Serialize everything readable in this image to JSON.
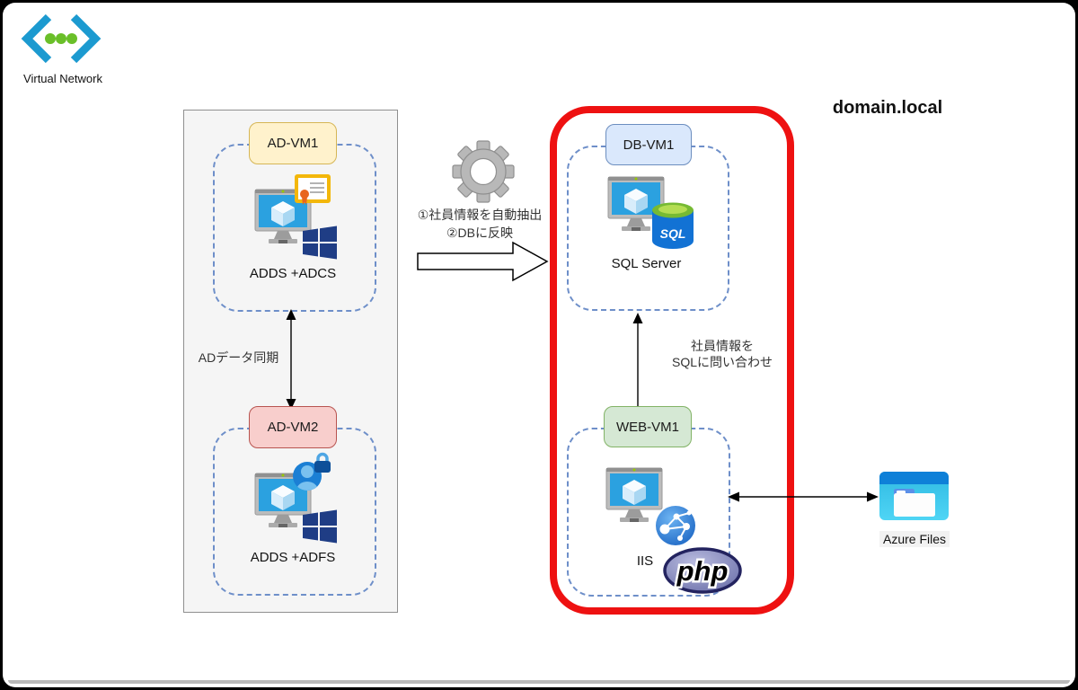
{
  "colors": {
    "boundary_red": "#ee1111",
    "dashed_blue": "#6e8fc9",
    "panel_gray": "#f5f5f5",
    "vm1_pill_fill": "#fff2cc",
    "vm1_pill_stroke": "#d6b656",
    "vm2_pill_fill": "#f8cecc",
    "vm2_pill_stroke": "#b85450",
    "db_pill_fill": "#dae8fc",
    "db_pill_stroke": "#6c8ebf",
    "web_pill_fill": "#d5e8d4",
    "web_pill_stroke": "#82b366",
    "vnet_blue": "#1c9ad0",
    "vnet_green": "#6abf29",
    "windows_navy": "#1f3d85",
    "azure_blue": "#2ba1e0"
  },
  "vnet": {
    "label": "Virtual Network"
  },
  "domain": {
    "label": "domain.local"
  },
  "left_group": {
    "ad_vm1": {
      "title": "AD-VM1",
      "caption": "ADDS +ADCS"
    },
    "ad_vm2": {
      "title": "AD-VM2",
      "caption": "ADDS +ADFS"
    },
    "sync_label": "ADデータ同期"
  },
  "process": {
    "line1": "①社員情報を自動抽出",
    "line2": "②DBに反映"
  },
  "domain_group": {
    "db_vm1": {
      "title": "DB-VM1",
      "caption": "SQL Server",
      "sql_badge": "SQL"
    },
    "web_vm1": {
      "title": "WEB-VM1",
      "caption": "IIS",
      "php_badge": "php"
    },
    "query_line1": "社員情報を",
    "query_line2": "SQLに問い合わせ"
  },
  "azure_files": {
    "label": "Azure Files"
  }
}
